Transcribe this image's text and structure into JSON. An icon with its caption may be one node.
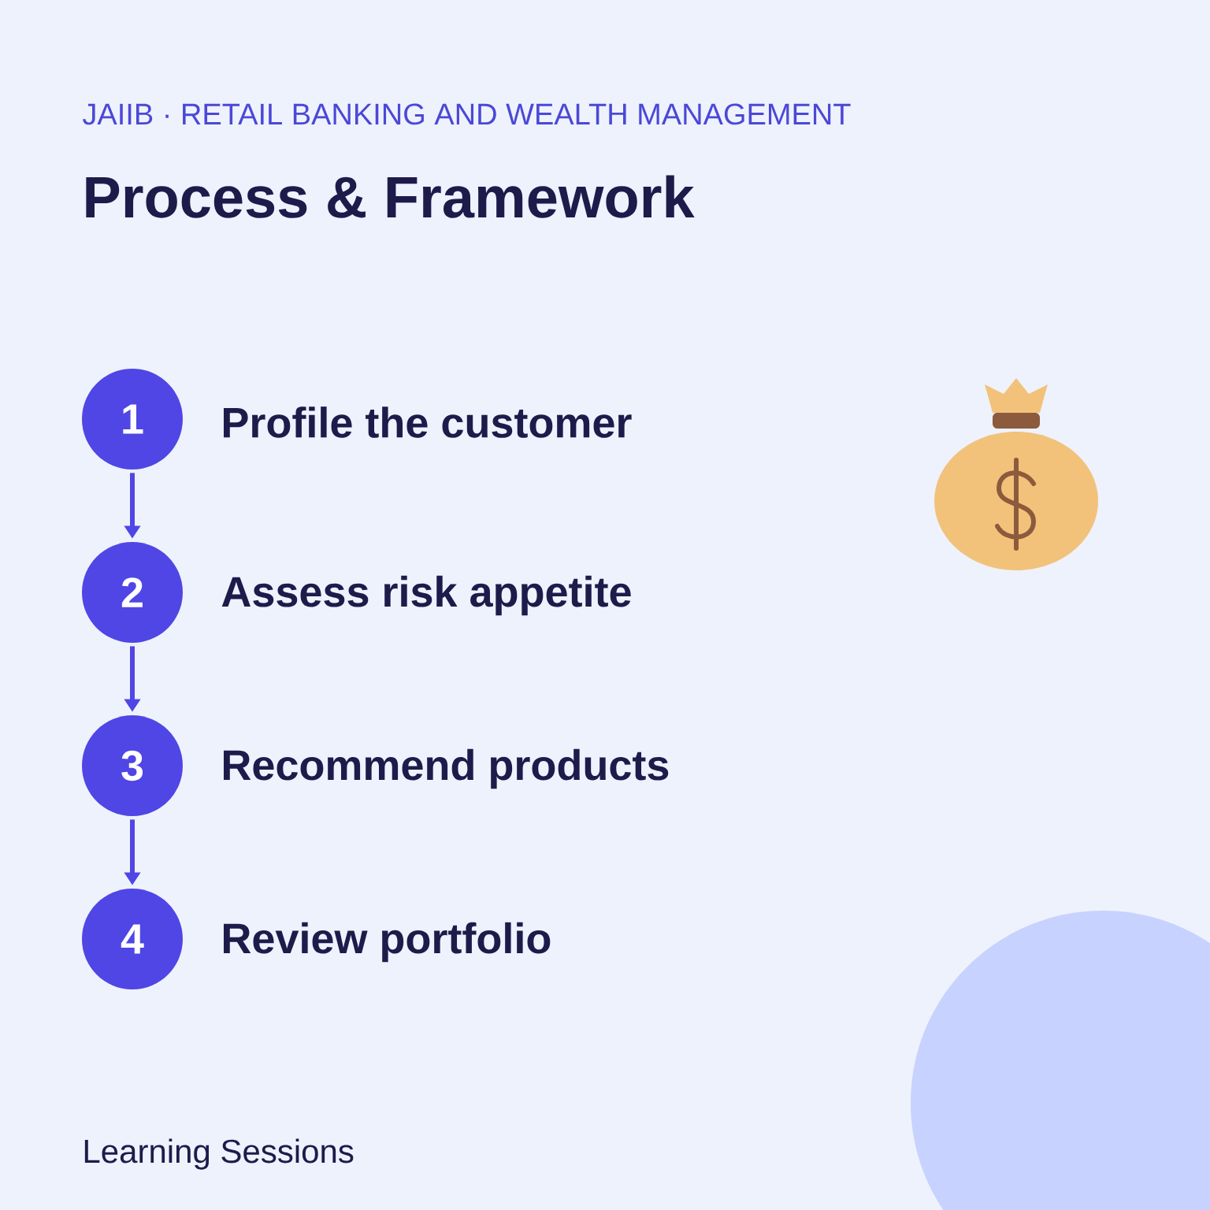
{
  "diagram": {
    "title": "Process & Framework",
    "nodes": [
      {
        "text": [
          "1"
        ],
        "beside": [
          "Profile the customer"
        ]
      },
      {
        "text": [
          "2"
        ],
        "beside": [
          "Assess risk appetite"
        ]
      },
      {
        "text": [
          "3"
        ],
        "beside": [
          "Recommend products"
        ]
      },
      {
        "text": [
          "4"
        ],
        "beside": [
          "Review portfolio"
        ]
      }
    ],
    "edges": [
      {
        "from": 0,
        "to": 1,
        "arrow": "to"
      },
      {
        "from": 1,
        "to": 2,
        "arrow": "to"
      },
      {
        "from": 2,
        "to": 3,
        "arrow": "to"
      }
    ],
    "labels": [
      "JAIIB · RETAIL BANKING AND WEALTH MANAGEMENT",
      "Learning Sessions"
    ]
  }
}
